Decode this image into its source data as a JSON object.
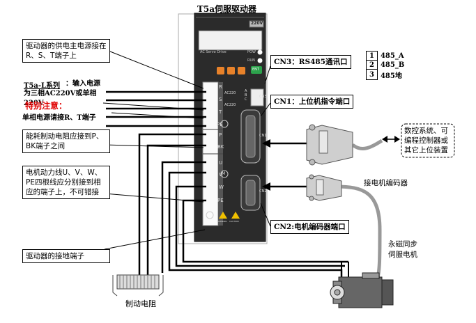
{
  "drive": {
    "title": "T5a伺服驱动器",
    "voltage": "220V",
    "brand_text": "AC Servo Drive",
    "led_pow": "POW",
    "led_run": "RUN",
    "enter_btn": "ENT",
    "terminals": [
      "R",
      "S",
      "T",
      "PE",
      "P",
      "BK",
      "U",
      "V",
      "W",
      "PE"
    ],
    "ac220_1": "AC220",
    "ac220_2": "AC220",
    "cn3": "CN3",
    "cn1": "CN1",
    "cn2": "CN2",
    "abc": "A B C",
    "motor_symbol": "M",
    "warn1": "WARNING",
    "warn2": "CAUTION"
  },
  "labels": {
    "power_supply": "驱动器的供电主电源接在R、S、T端子上",
    "t5al_series": "T5a-L系列",
    "input_supply": "：输入电源为三相AC220V或单相220V",
    "special_note": "特别注意：",
    "single_phase": "单相电源请接R、T端子",
    "brake_resistor": "能耗制动电阻应接到P、BK端子之间",
    "motor_lines": "电机动力线U、V、W、PE四根线应分别接到相应的端子上，不可错接",
    "ground": "驱动器的接地端子",
    "brake_res_name": "制动电阻",
    "cn3_port": "CN3：RS485通讯口",
    "cn1_port": "CN1：上位机指令端口",
    "cn2_port": "CN2:电机编码器端口",
    "host": "数控系统、可编程控制器或其它上位装置",
    "encoder": "接电机编码器",
    "motor": "永磁同步伺服电机"
  },
  "rs485_table": [
    {
      "pin": "1",
      "signal": "485_A"
    },
    {
      "pin": "2",
      "signal": "485_B"
    },
    {
      "pin": "3",
      "signal": "485地"
    }
  ]
}
